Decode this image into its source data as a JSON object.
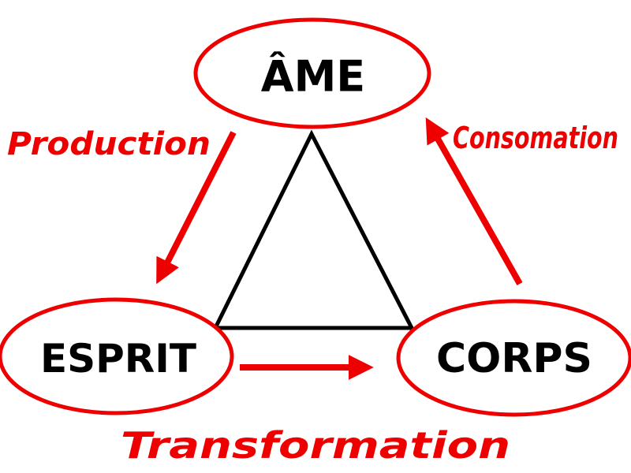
{
  "nodes": {
    "ame": "ÂME",
    "esprit": "ESPRIT",
    "corps": "CORPS"
  },
  "flows": {
    "production": "Production",
    "consomation": "Consomation",
    "transformation": "Transformation"
  },
  "colors": {
    "accent": "#ee0000",
    "ink": "#000000",
    "background": "#ffffff"
  }
}
